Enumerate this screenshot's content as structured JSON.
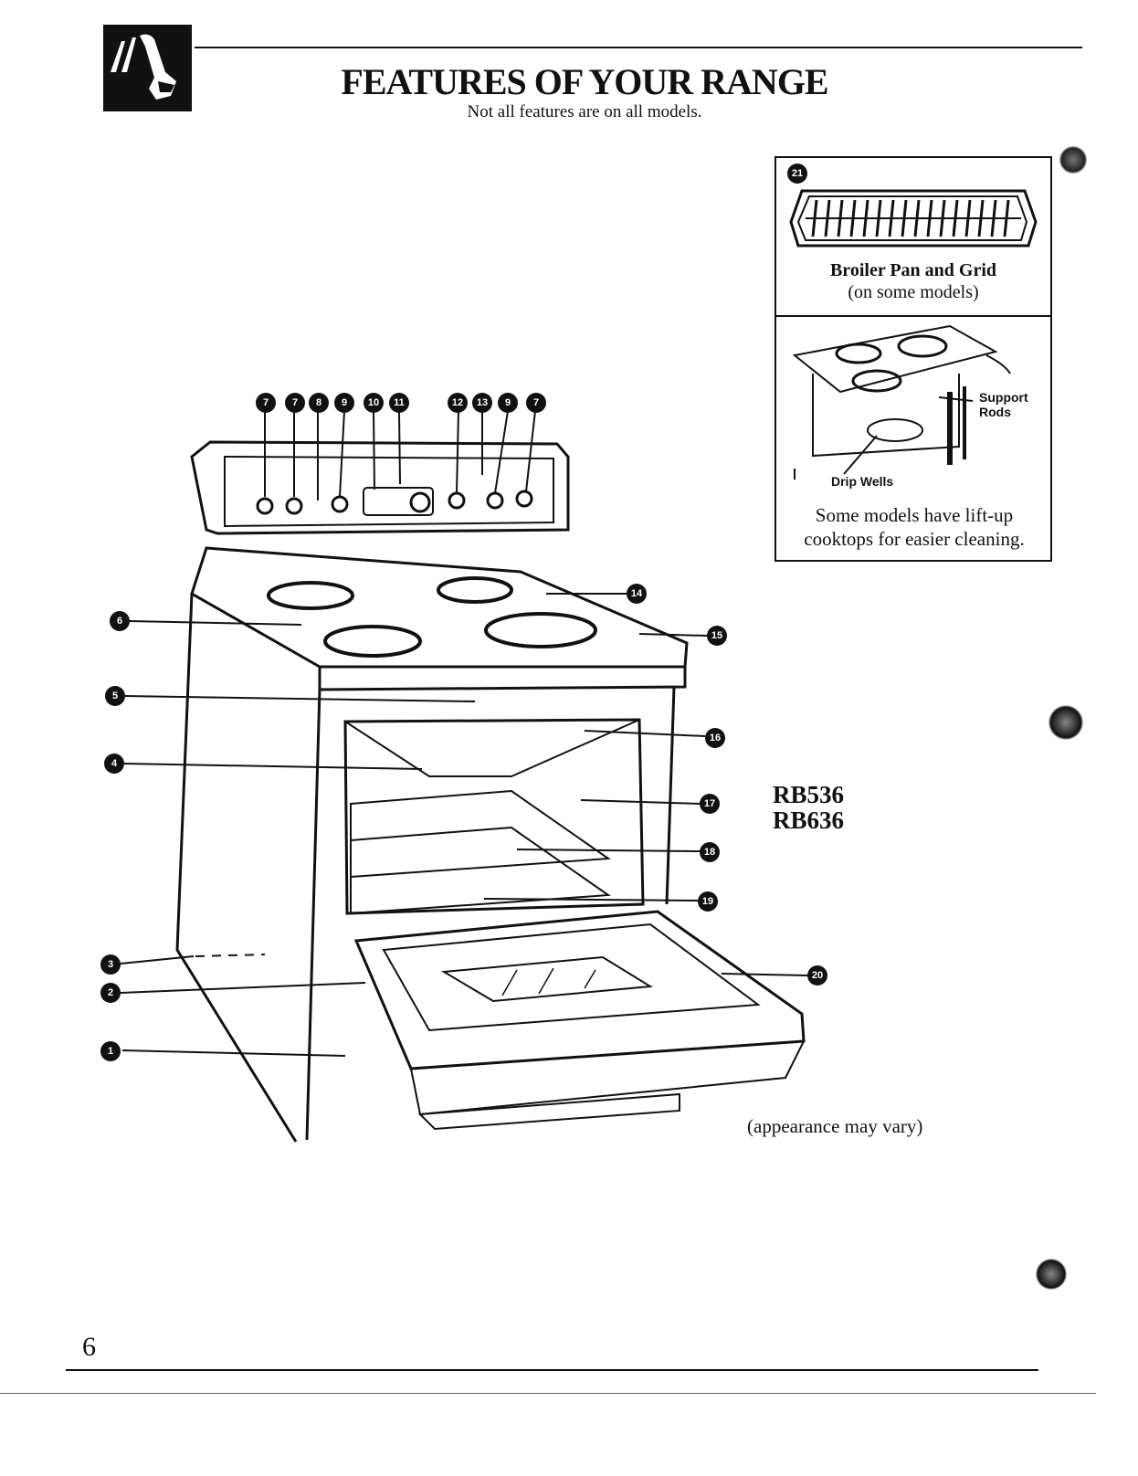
{
  "header": {
    "title": "FEATURES OF YOUR RANGE",
    "subtitle": "Not all features are on all models."
  },
  "inset": {
    "broiler_number": "21",
    "broiler_label": "Broiler Pan and Grid",
    "broiler_note": "(on some models)",
    "support_rods_label": "Support Rods",
    "drip_wells_label": "Drip Wells",
    "cooktop_caption": "Some models have lift-up cooktops for easier cleaning."
  },
  "models": [
    "RB536",
    "RB636"
  ],
  "appearance_note": "(appearance may vary)",
  "page_number": "6",
  "callouts": {
    "top": [
      "7",
      "7",
      "8",
      "9",
      "10",
      "11",
      "12",
      "13",
      "9",
      "7"
    ],
    "left": [
      "6",
      "5",
      "4",
      "3",
      "2",
      "1"
    ],
    "right": [
      "14",
      "15",
      "16",
      "17",
      "18",
      "19",
      "20"
    ]
  }
}
